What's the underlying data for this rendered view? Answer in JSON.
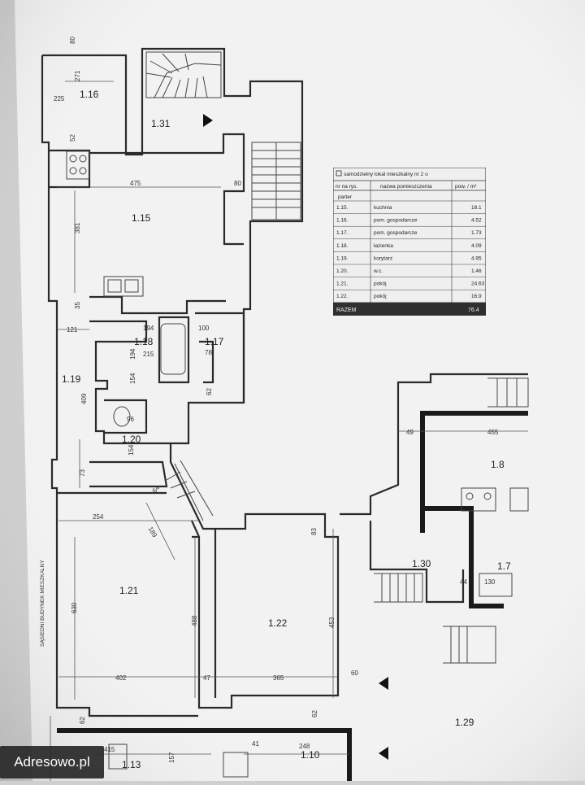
{
  "plan": {
    "rooms": {
      "r116": "1.16",
      "r131": "1.31",
      "r115": "1.15",
      "r118": "1.18",
      "r117": "1.17",
      "r119": "1.19",
      "r120": "1.20",
      "r121": "1.21",
      "r122": "1.22",
      "r130": "1.30",
      "r18": "1.8",
      "r17": "1.7",
      "r129": "1.29",
      "r113": "1.13",
      "r110": "1.10"
    },
    "dims": {
      "d80a": "80",
      "d225": "225",
      "d271": "271",
      "d52": "52",
      "d475": "475",
      "d80b": "80",
      "d381": "381",
      "d35": "35",
      "d194a": "194",
      "d100": "100",
      "d121": "121",
      "d215": "215",
      "d194b": "194",
      "d78": "78",
      "d154a": "154",
      "d409": "409",
      "d96": "96",
      "d154b": "154",
      "d73": "73",
      "d62a": "62",
      "d64": "64",
      "d254": "254",
      "d189": "189",
      "d83": "83",
      "d630": "630",
      "d488": "488",
      "d453": "453",
      "d402": "402",
      "d47": "47",
      "d365": "365",
      "d60": "60",
      "d62b": "62",
      "d62c": "62",
      "d49": "49",
      "d455": "455",
      "d44": "44",
      "d130": "130",
      "d415": "415",
      "d248": "248",
      "d41": "41",
      "d157": "157"
    },
    "side_label": "SĄSIEDNI BUDYNEK MIESZKALNY"
  },
  "table": {
    "title": "samodzielny lokal mieszkalny nr 2 o",
    "headers": [
      "nr na rys.",
      "nazwa pomieszczenia",
      "pow. / m²"
    ],
    "floor": "parter",
    "rows": [
      {
        "nr": "1.15.",
        "name": "kuchnia",
        "area": "18.1"
      },
      {
        "nr": "1.16.",
        "name": "pom. gospodarcze",
        "area": "4.52"
      },
      {
        "nr": "1.17.",
        "name": "pom. gospodarcze",
        "area": "1.73"
      },
      {
        "nr": "1.18.",
        "name": "łazienka",
        "area": "4.09"
      },
      {
        "nr": "1.19.",
        "name": "korytarz",
        "area": "4.95"
      },
      {
        "nr": "1.20.",
        "name": "w.c.",
        "area": "1.46"
      },
      {
        "nr": "1.21.",
        "name": "pokój",
        "area": "24.63"
      },
      {
        "nr": "1.22.",
        "name": "pokój",
        "area": "16.9"
      }
    ],
    "total_label": "RAZEM",
    "total_value": "76.4"
  },
  "watermark": "Adresowo.pl"
}
